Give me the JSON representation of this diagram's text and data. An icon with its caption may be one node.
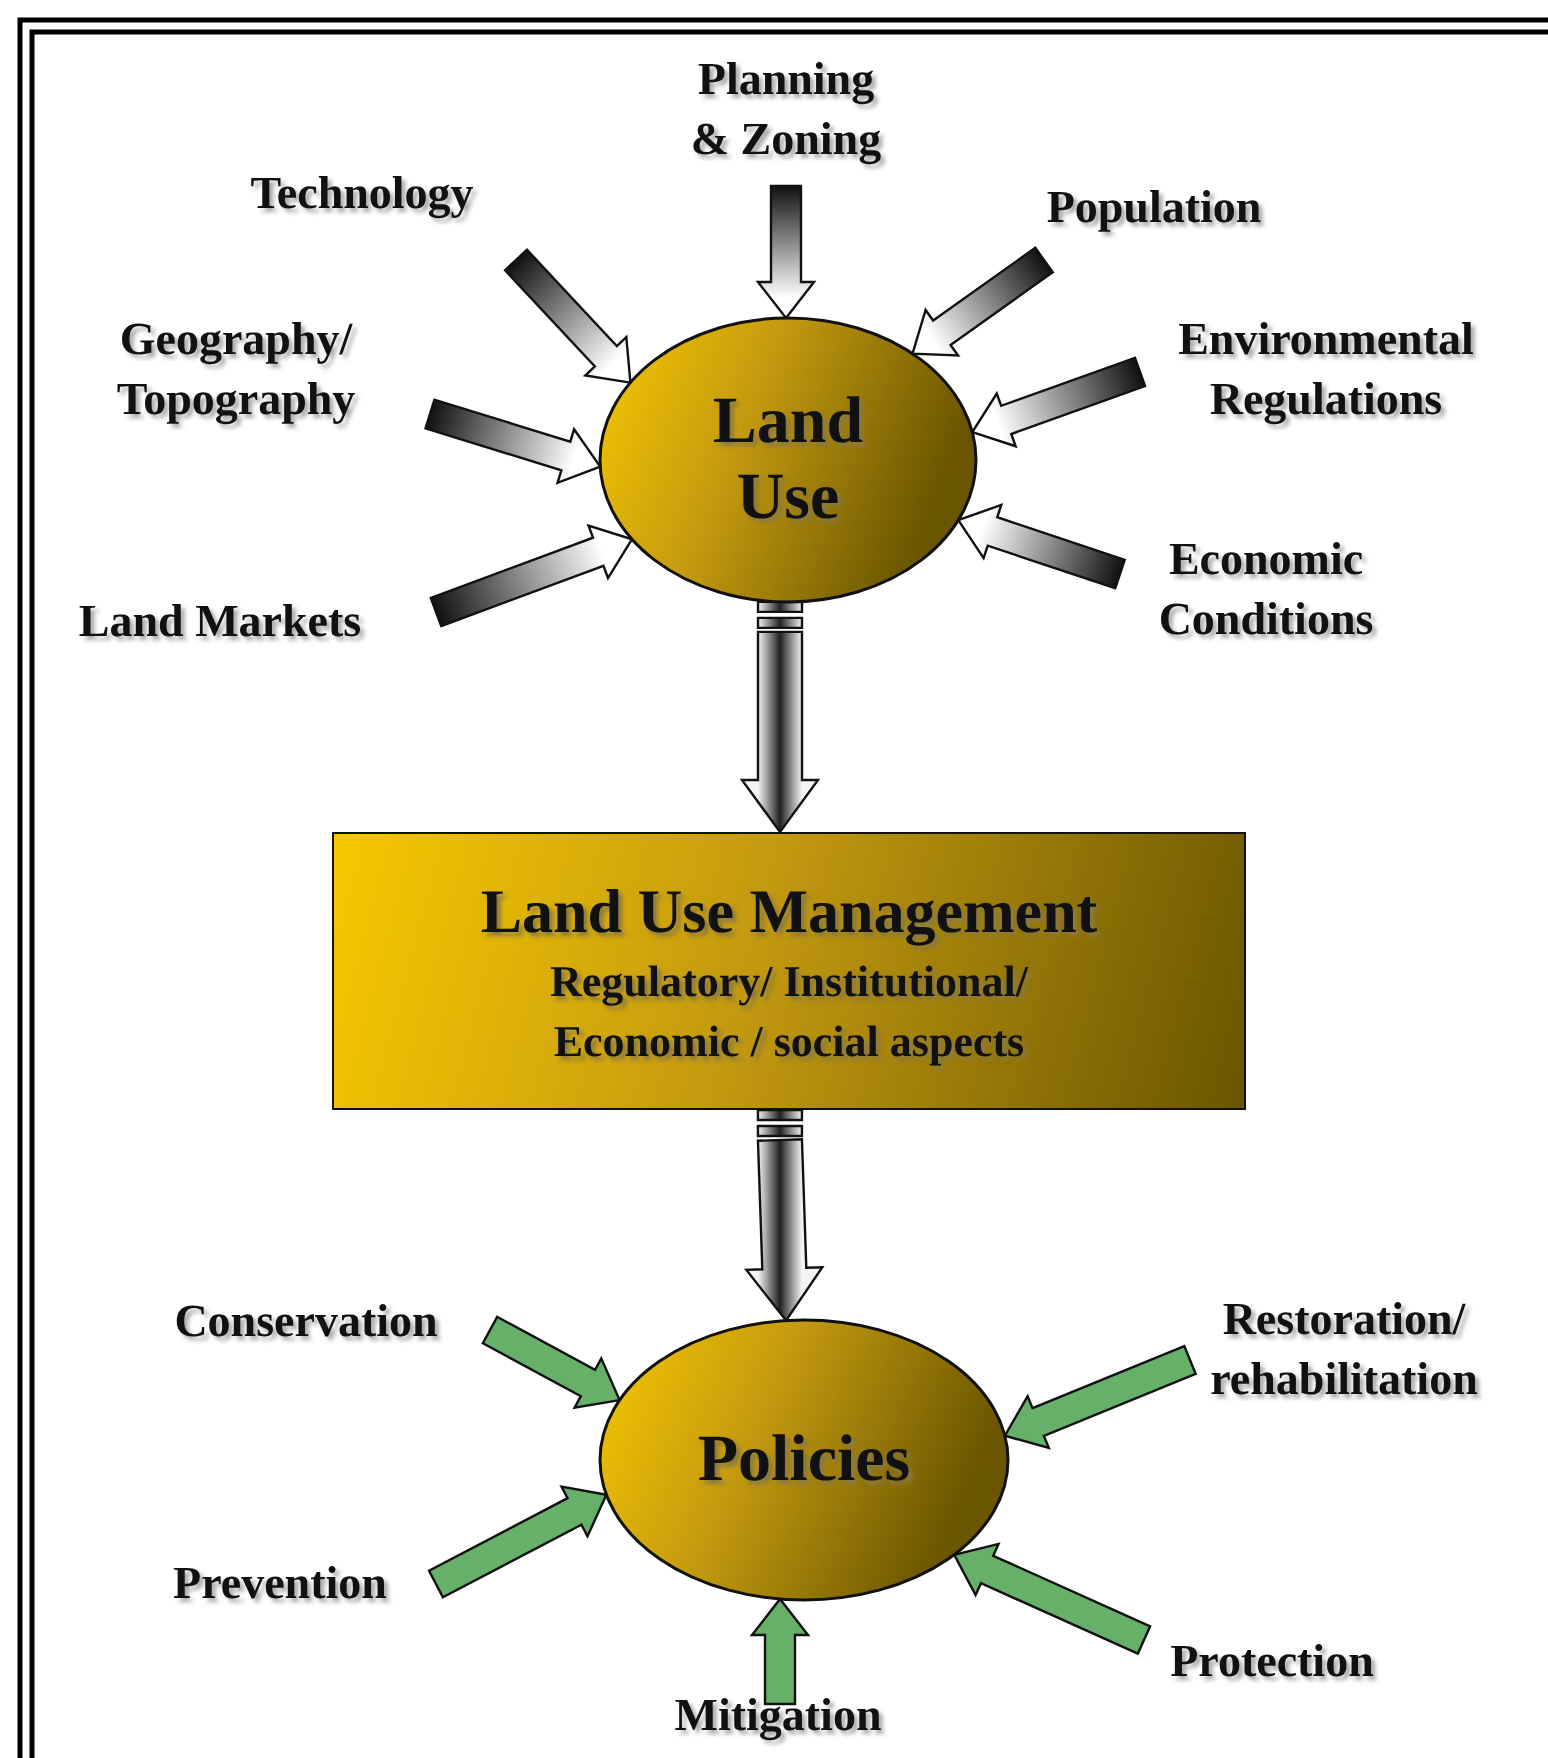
{
  "diagram": {
    "nodes": [
      {
        "text": [
          "Planning & Zoning"
        ]
      },
      {
        "text": [
          "Technology"
        ]
      },
      {
        "text": [
          "Population"
        ]
      },
      {
        "text": [
          "Geography/ Topography"
        ]
      },
      {
        "text": [
          "Environmental Regulations"
        ]
      },
      {
        "text": [
          "Land Markets"
        ]
      },
      {
        "text": [
          "Economic Conditions"
        ]
      },
      {
        "text": [
          "Land Use"
        ]
      },
      {
        "text": [
          "Land Use Management",
          "Regulatory/ Institutional/ Economic / social aspects"
        ]
      },
      {
        "text": [
          "Policies"
        ]
      },
      {
        "text": [
          "Conservation"
        ]
      },
      {
        "text": [
          "Restoration/ rehabilitation"
        ]
      },
      {
        "text": [
          "Prevention"
        ]
      },
      {
        "text": [
          "Protection"
        ]
      },
      {
        "text": [
          "Mitigation"
        ]
      }
    ],
    "edges": [
      {
        "from": 0,
        "to": 7,
        "arrow": "to"
      },
      {
        "from": 1,
        "to": 7,
        "arrow": "to"
      },
      {
        "from": 2,
        "to": 7,
        "arrow": "to"
      },
      {
        "from": 3,
        "to": 7,
        "arrow": "to"
      },
      {
        "from": 4,
        "to": 7,
        "arrow": "to"
      },
      {
        "from": 5,
        "to": 7,
        "arrow": "to"
      },
      {
        "from": 6,
        "to": 7,
        "arrow": "to"
      },
      {
        "from": 7,
        "to": 8,
        "arrow": "to",
        "style": "thick"
      },
      {
        "from": 8,
        "to": 9,
        "arrow": "to",
        "style": "thick"
      },
      {
        "from": 10,
        "to": 9,
        "arrow": "to",
        "color": "#66b06a"
      },
      {
        "from": 11,
        "to": 9,
        "arrow": "to",
        "color": "#66b06a"
      },
      {
        "from": 12,
        "to": 9,
        "arrow": "to",
        "color": "#66b06a"
      },
      {
        "from": 13,
        "to": 9,
        "arrow": "to",
        "color": "#66b06a"
      },
      {
        "from": 14,
        "to": 9,
        "arrow": "to",
        "color": "#66b06a"
      }
    ]
  }
}
